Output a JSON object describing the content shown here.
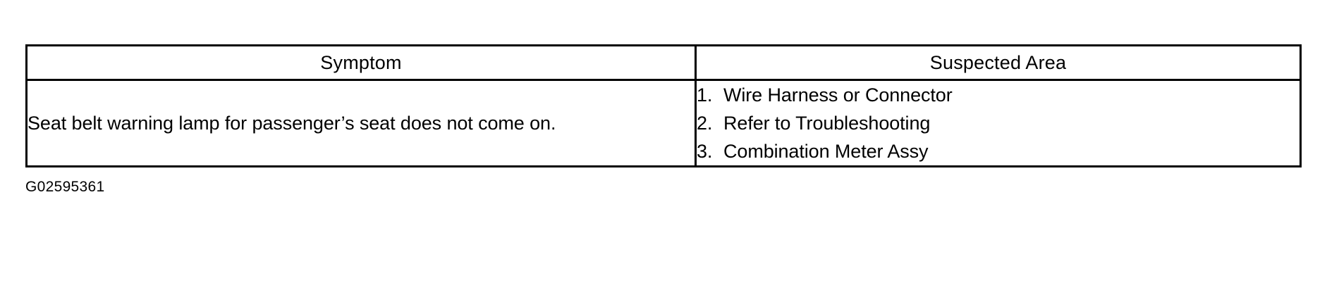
{
  "document": {
    "figure_caption": "G02595361"
  },
  "table": {
    "columns": [
      {
        "key": "symptom",
        "header": "Symptom"
      },
      {
        "key": "suspected_area",
        "header": "Suspected Area"
      }
    ],
    "rows": [
      {
        "symptom": "Seat belt warning lamp for passenger’s seat does not come on.",
        "suspected_area": [
          {
            "number": "1.",
            "text": "Wire Harness or Connector"
          },
          {
            "number": "2.",
            "text": "Refer to Troubleshooting"
          },
          {
            "number": "3.",
            "text": "Combination Meter Assy"
          }
        ]
      }
    ]
  },
  "theme": {
    "background": "#ffffff",
    "foreground": "#000000",
    "border": "#000000"
  }
}
